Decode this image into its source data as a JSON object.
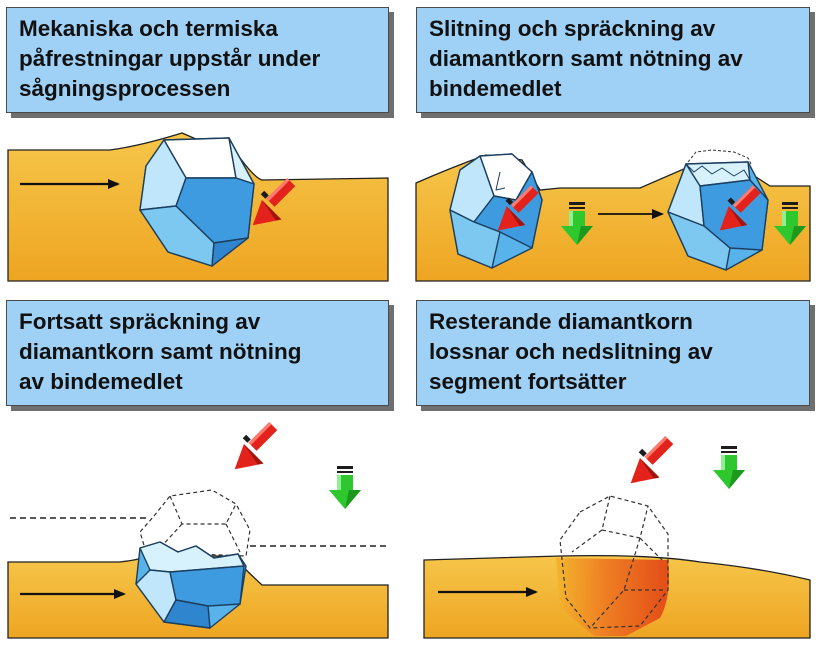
{
  "panels": [
    {
      "caption": "Mekaniska och termiska\npåfrestningar uppstår under\nsågningsprocessen"
    },
    {
      "caption": "Slitning och spräckning av\ndiamantkorn samt nötning av\nbindemedlet"
    },
    {
      "caption": "Fortsatt spräckning av\ndiamantkorn samt nötning\nav bindemedlet"
    },
    {
      "caption": "Resterande diamantkorn\nlossnar och nedslitning av\nsegment fortsätter"
    }
  ],
  "colors": {
    "caption_bg": "#9fd0f6",
    "binder": "#f2b42c",
    "diamond_light": "#c9ecfb",
    "diamond_dark": "#3f9be0",
    "force_arrow": "#e3221b",
    "wear_arrow": "#2ec82e",
    "worn_diamond": "#e8501e"
  },
  "icons": [
    "motion-arrow",
    "force-arrow",
    "wear-arrow"
  ]
}
